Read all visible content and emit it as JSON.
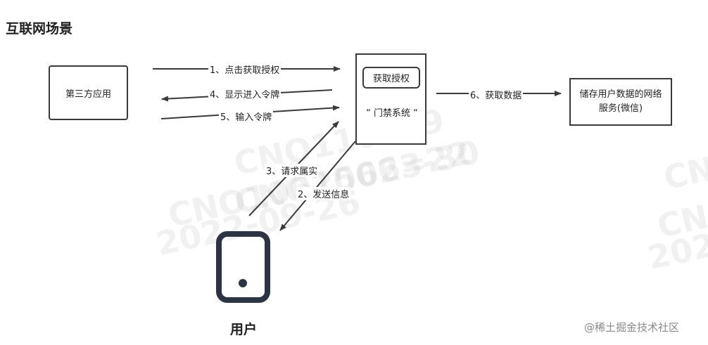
{
  "title": "互联网场景",
  "nodes": {
    "third_party": "第三方应用",
    "gate_button": "获取授权",
    "gate_label": "“ 门禁系统 “",
    "storage": "储存用户数据的网络服务(微信)",
    "user": "用户"
  },
  "edges": {
    "e1": "1、点击获取授权",
    "e2": "2、发送信息",
    "e3": "3、请求属实",
    "e4": "4、显示进入令牌",
    "e5": "5、输入令牌",
    "e6": "6、获取数据"
  },
  "watermark": {
    "lines": [
      "CNO110379",
      "CNO1062506=22",
      "CNO10623-30",
      "2022-09-26"
    ]
  },
  "footer": "@稀土掘金技术社区",
  "colors": {
    "line": "#3a3a3a",
    "watermark": "#b4b4b4"
  }
}
